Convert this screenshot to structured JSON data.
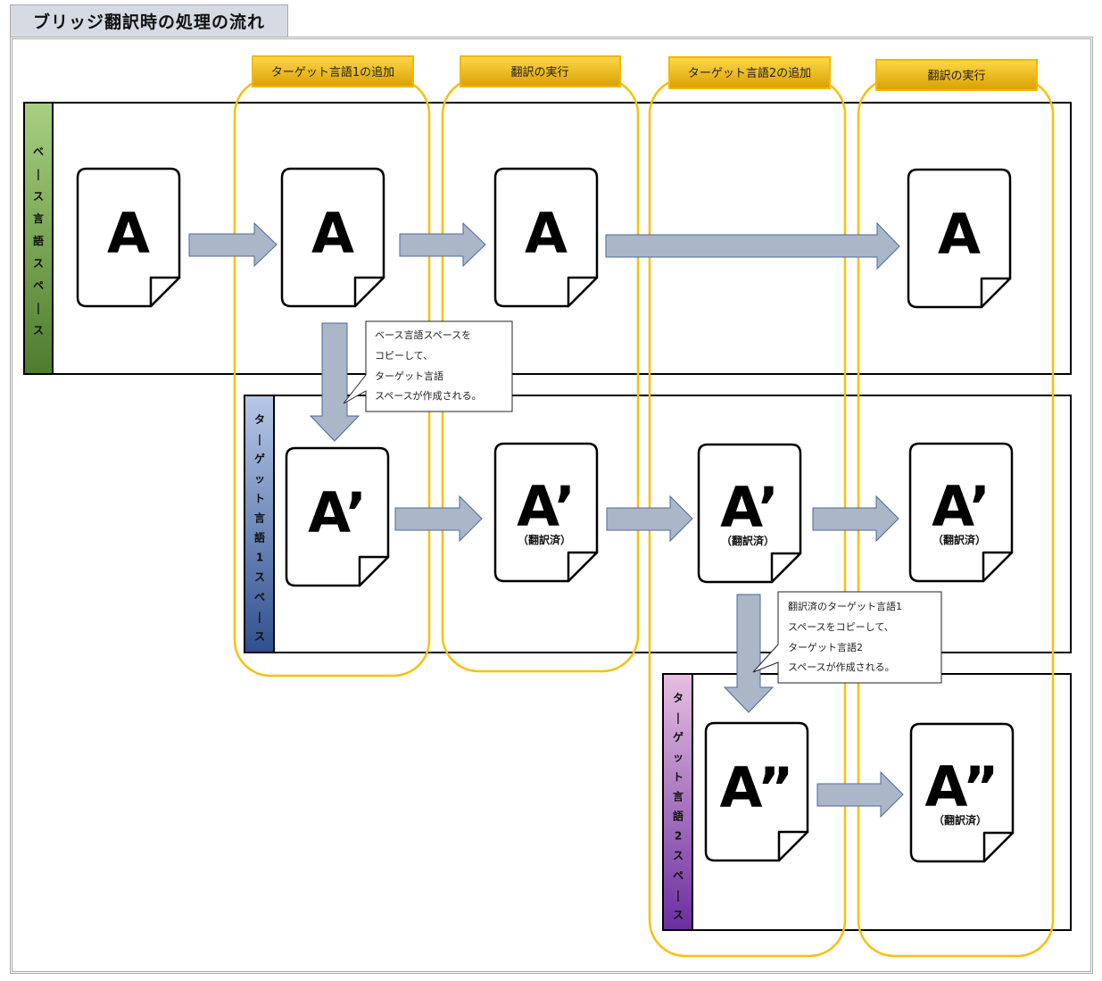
{
  "title": "ブリッジ翻訳時の処理の流れ",
  "colors": {
    "column_outline": "#fbbf0a",
    "step_label_top": "#ffd84a",
    "step_label_bottom": "#dba300",
    "arrow_fill": "#abb6c9",
    "arrow_stroke": "#4a6a9a",
    "lane_base_top": "#a8d080",
    "lane_base_bottom": "#4e7c2c",
    "lane_target1_top": "#b7c8e8",
    "lane_target1_bottom": "#2f4f8f",
    "lane_target2_top": "#e6bfe0",
    "lane_target2_bottom": "#6b2ea0"
  },
  "steps": [
    {
      "label": "ターゲット言語1の追加"
    },
    {
      "label": "翻訳の実行"
    },
    {
      "label": "ターゲット言語2の追加"
    },
    {
      "label": "翻訳の実行"
    }
  ],
  "lanes": [
    {
      "id": "base",
      "label": "ベース言語スペース"
    },
    {
      "id": "target1",
      "label": "ターゲット言語1スペース"
    },
    {
      "id": "target2",
      "label": "ターゲット言語2スペース"
    }
  ],
  "documents": [
    {
      "lane": "base",
      "letter": "A",
      "sub": ""
    },
    {
      "lane": "base",
      "letter": "A",
      "sub": ""
    },
    {
      "lane": "base",
      "letter": "A",
      "sub": ""
    },
    {
      "lane": "base",
      "letter": "A",
      "sub": ""
    },
    {
      "lane": "target1",
      "letter": "A’",
      "sub": ""
    },
    {
      "lane": "target1",
      "letter": "A’",
      "sub": "（翻訳済）"
    },
    {
      "lane": "target1",
      "letter": "A’",
      "sub": "（翻訳済）"
    },
    {
      "lane": "target1",
      "letter": "A’",
      "sub": "（翻訳済）"
    },
    {
      "lane": "target2",
      "letter": "A”",
      "sub": ""
    },
    {
      "lane": "target2",
      "letter": "A”",
      "sub": "（翻訳済）"
    }
  ],
  "callouts": [
    {
      "lines": [
        "ベース言語スペースを",
        "コピーして、",
        "ターゲット言語",
        "スペースが作成される。"
      ]
    },
    {
      "lines": [
        "翻訳済のターゲット言語1",
        "スペースをコピーして、",
        "ターゲット言語2",
        "スペースが作成される。"
      ]
    }
  ]
}
